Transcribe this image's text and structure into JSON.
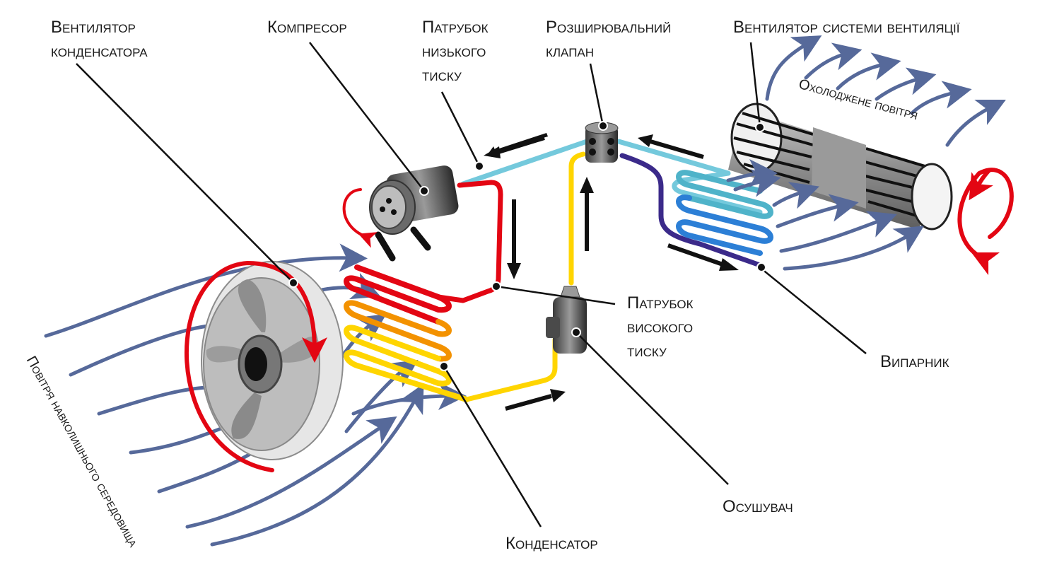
{
  "labels": {
    "condenser_fan": [
      "Вентилятор",
      "конденсатора"
    ],
    "compressor": [
      "Компресор"
    ],
    "low_pressure": [
      "Патрубок",
      "низького",
      "тиску"
    ],
    "expansion_valve": [
      "Розширювальний",
      "клапан"
    ],
    "ventilation_fan": [
      "Вентилятор системи вентиляції"
    ],
    "high_pressure": [
      "Патрубок",
      "високого",
      "тиску"
    ],
    "evaporator": [
      "Випарник"
    ],
    "dryer": [
      "Осушувач"
    ],
    "condenser": [
      "Конденсатор"
    ],
    "ambient_air": "Повітря навколишнього середовища",
    "cooled_air": "Охолоджене повітря"
  },
  "colors": {
    "high_pressure_gas": "#e30613",
    "condensing": "#f39200",
    "liquid": "#ffd500",
    "low_pressure_gas": "#74c9dc",
    "evaporating": "#2c7fd6",
    "evaporator_out": "#3b2a8a",
    "airflow": "#56699a",
    "rotation": "#e30613",
    "leader": "#111111"
  }
}
